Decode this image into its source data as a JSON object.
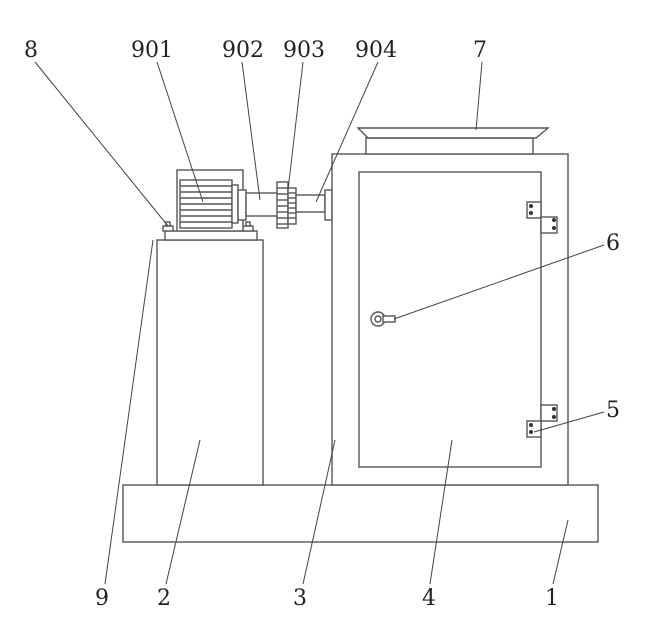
{
  "labels": {
    "l8": "8",
    "l901": "901",
    "l902": "902",
    "l903": "903",
    "l904": "904",
    "l7": "7",
    "l6": "6",
    "l5": "5",
    "l9": "9",
    "l2": "2",
    "l3": "3",
    "l4": "4",
    "l1": "1"
  },
  "colors": {
    "line": "#555555",
    "background": "#ffffff"
  }
}
